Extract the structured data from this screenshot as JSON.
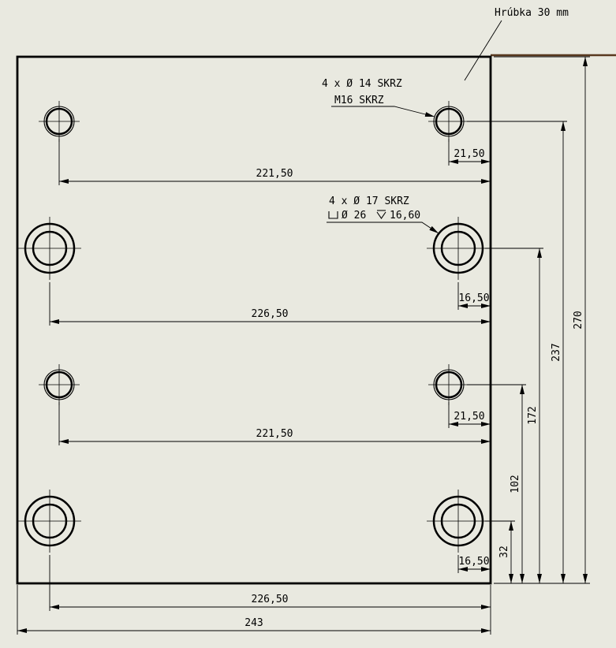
{
  "title": "Plate drawing",
  "colors": {
    "background": "#e9e9e0",
    "line": "#000000",
    "sheet_edge": "#59391f"
  },
  "notes": {
    "thickness": "Hrúbka 30 mm",
    "tapped": {
      "line1": "4 x Ø 14 SKRZ",
      "line2": "M16  SKRZ"
    },
    "counterbore": {
      "line1": "4 x Ø 17 SKRZ",
      "cbore_symbol": "counterbore-symbol",
      "dia": "Ø 26",
      "depth_symbol": "depth-symbol",
      "depth": "16,60"
    }
  },
  "dims": {
    "row1_edge": "21,50",
    "row1_span": "221,50",
    "row2_edge": "16,50",
    "row2_span": "226,50",
    "row3_edge": "21,50",
    "row3_span": "221,50",
    "row4_edge": "16,50",
    "row4_span": "226,50",
    "overall_width": "243",
    "v32": "32",
    "v102": "102",
    "v172": "172",
    "v237": "237",
    "v270": "270"
  }
}
